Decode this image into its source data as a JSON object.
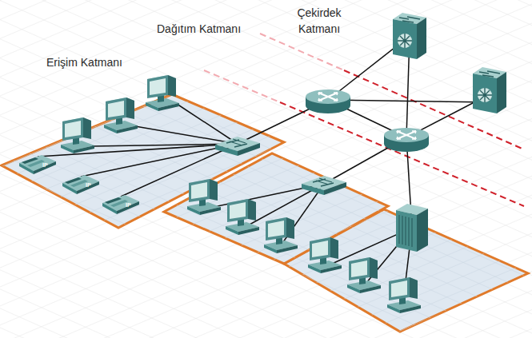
{
  "diagram": {
    "labels": [
      "Çekirdek Katmanı",
      "Dağıtım Katmanı",
      "Erişim Katmanı",
      "IP",
      "IP",
      "IP"
    ]
  }
}
